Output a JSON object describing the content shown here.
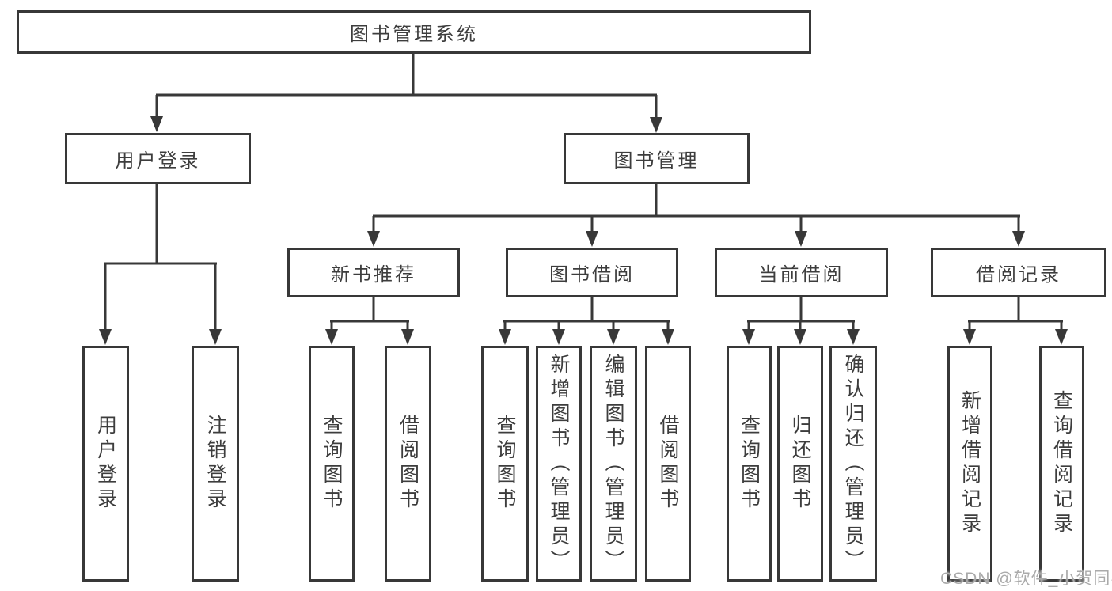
{
  "colors": {
    "line": "#383838",
    "box_border": "#383838",
    "text": "#3d3d3d",
    "watermark": "#aaaaaa",
    "background": "#ffffff"
  },
  "tree": {
    "label": "图书管理系统",
    "children": {
      "user_login": {
        "label": "用户登录",
        "children": {
          "login": {
            "label": "用户登录"
          },
          "logout": {
            "label": "注销登录"
          }
        }
      },
      "book_mgmt": {
        "label": "图书管理",
        "children": {
          "new_book_rec": {
            "label": "新书推荐",
            "children": {
              "query": {
                "label": "查询图书"
              },
              "borrow": {
                "label": "借阅图书"
              }
            }
          },
          "book_borrow": {
            "label": "图书借阅",
            "children": {
              "query": {
                "label": "查询图书"
              },
              "add": {
                "label": "新增图书（管理员）"
              },
              "edit": {
                "label": "编辑图书（管理员）"
              },
              "borrow": {
                "label": "借阅图书"
              }
            }
          },
          "current_borrow": {
            "label": "当前借阅",
            "children": {
              "query": {
                "label": "查询图书"
              },
              "return": {
                "label": "归还图书"
              },
              "confirm": {
                "label": "确认归还（管理员）"
              }
            }
          },
          "borrow_record": {
            "label": "借阅记录",
            "children": {
              "add": {
                "label": "新增借阅记录"
              },
              "query": {
                "label": "查询借阅记录"
              }
            }
          }
        }
      }
    }
  },
  "watermark": "CSDN @软件_小贺同学"
}
